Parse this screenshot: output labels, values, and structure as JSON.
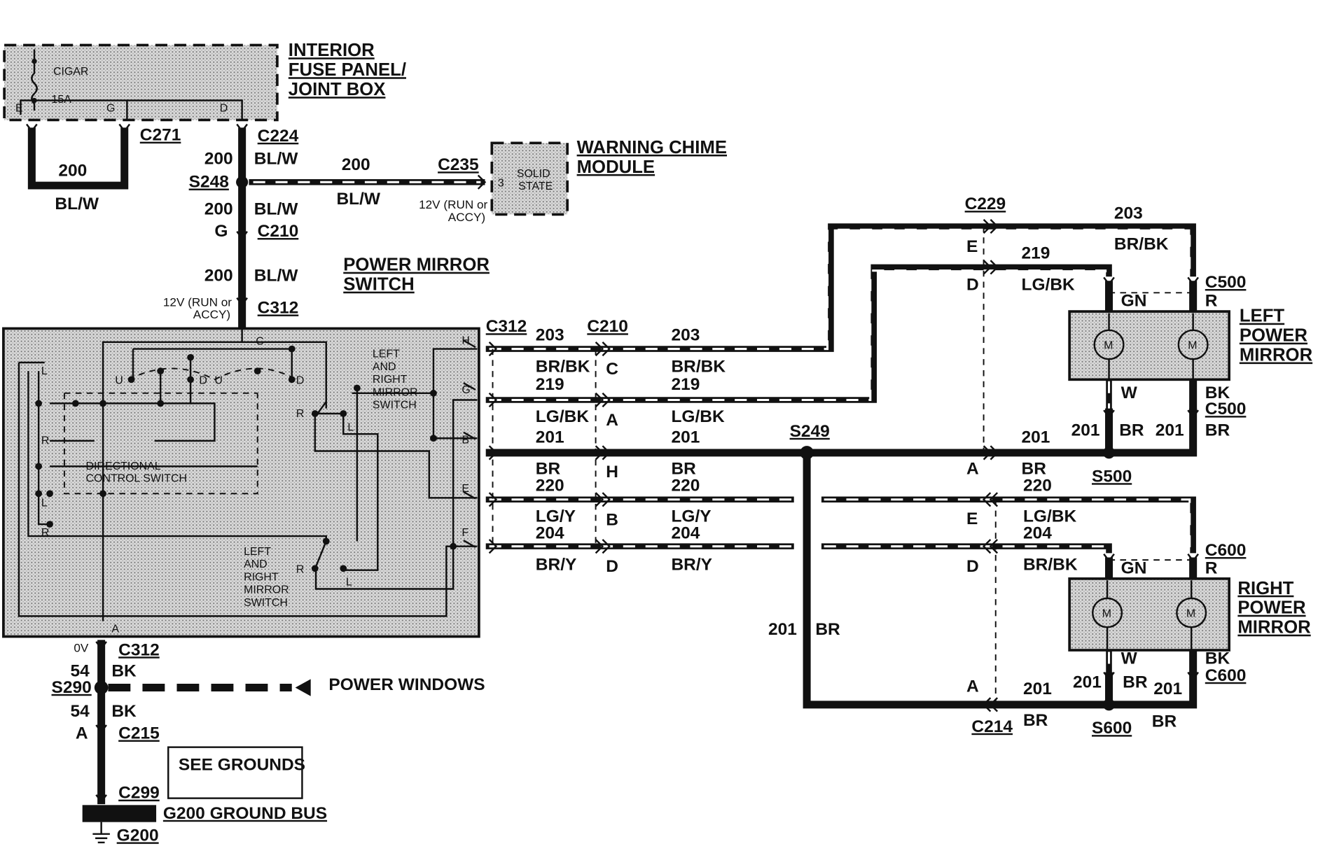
{
  "fuse_panel": {
    "title": [
      "INTERIOR",
      "FUSE PANEL/",
      "JOINT BOX"
    ],
    "fuse_name": "CIGAR",
    "fuse_rating": "15A",
    "pins": [
      "E",
      "G",
      "D"
    ]
  },
  "warning_chime": {
    "title": [
      "WARNING CHIME",
      "MODULE"
    ],
    "body": [
      "SOLID",
      "STATE"
    ],
    "pin": "3",
    "note": [
      "12V (RUN or",
      "ACCY)"
    ],
    "connector": "C235"
  },
  "switch": {
    "title": [
      "POWER MIRROR",
      "SWITCH"
    ],
    "directional": [
      "DIRECTIONAL",
      "CONTROL SWITCH"
    ],
    "lr_switch": [
      "LEFT",
      "AND",
      "RIGHT",
      "MIRROR",
      "SWITCH"
    ],
    "pins_right": [
      "H",
      "G",
      "B",
      "E",
      "F"
    ],
    "pin_top": "C",
    "pin_bottom": "A",
    "contacts": [
      "U",
      "D",
      "U",
      "D",
      "R",
      "L",
      "R",
      "L"
    ],
    "side_contacts": [
      "L",
      "R",
      "L",
      "R"
    ]
  },
  "left_mirror": {
    "title": [
      "LEFT",
      "POWER",
      "MIRROR"
    ],
    "connector": "C500",
    "splice": "S500"
  },
  "right_mirror": {
    "title": [
      "RIGHT",
      "POWER",
      "MIRROR"
    ],
    "connector": "C600",
    "splice": "S600"
  },
  "motor_label": "M",
  "power_windows": "POWER WINDOWS",
  "see_grounds": "SEE GROUNDS",
  "ground_bus": "G200 GROUND BUS",
  "ground": "G200",
  "labels": {
    "c271": "C271",
    "c224": "C224",
    "c210": "C210",
    "c312": "C312",
    "s248": "S248",
    "c229": "C229",
    "c214": "C214",
    "s249": "S249",
    "s290": "S290",
    "c215": "C215",
    "c299": "C299",
    "g": "G",
    "a": "A",
    "ov": "0V",
    "run_note": [
      "12V (RUN or",
      "ACCY)"
    ]
  },
  "wires": {
    "w200": "200",
    "blw": "BL/W",
    "w203": "203",
    "brbk": "BR/BK",
    "w219": "219",
    "lgbk": "LG/BK",
    "w201": "201",
    "br": "BR",
    "w220": "220",
    "lgy": "LG/Y",
    "w204": "204",
    "bry": "BR/Y",
    "w54": "54",
    "bk": "BK",
    "gn": "GN",
    "r": "R",
    "w": "W"
  },
  "pins": {
    "c210": [
      "C",
      "A",
      "H",
      "B",
      "D"
    ],
    "c229": [
      "E",
      "D",
      "A"
    ],
    "c214": [
      "E",
      "D",
      "A"
    ]
  }
}
